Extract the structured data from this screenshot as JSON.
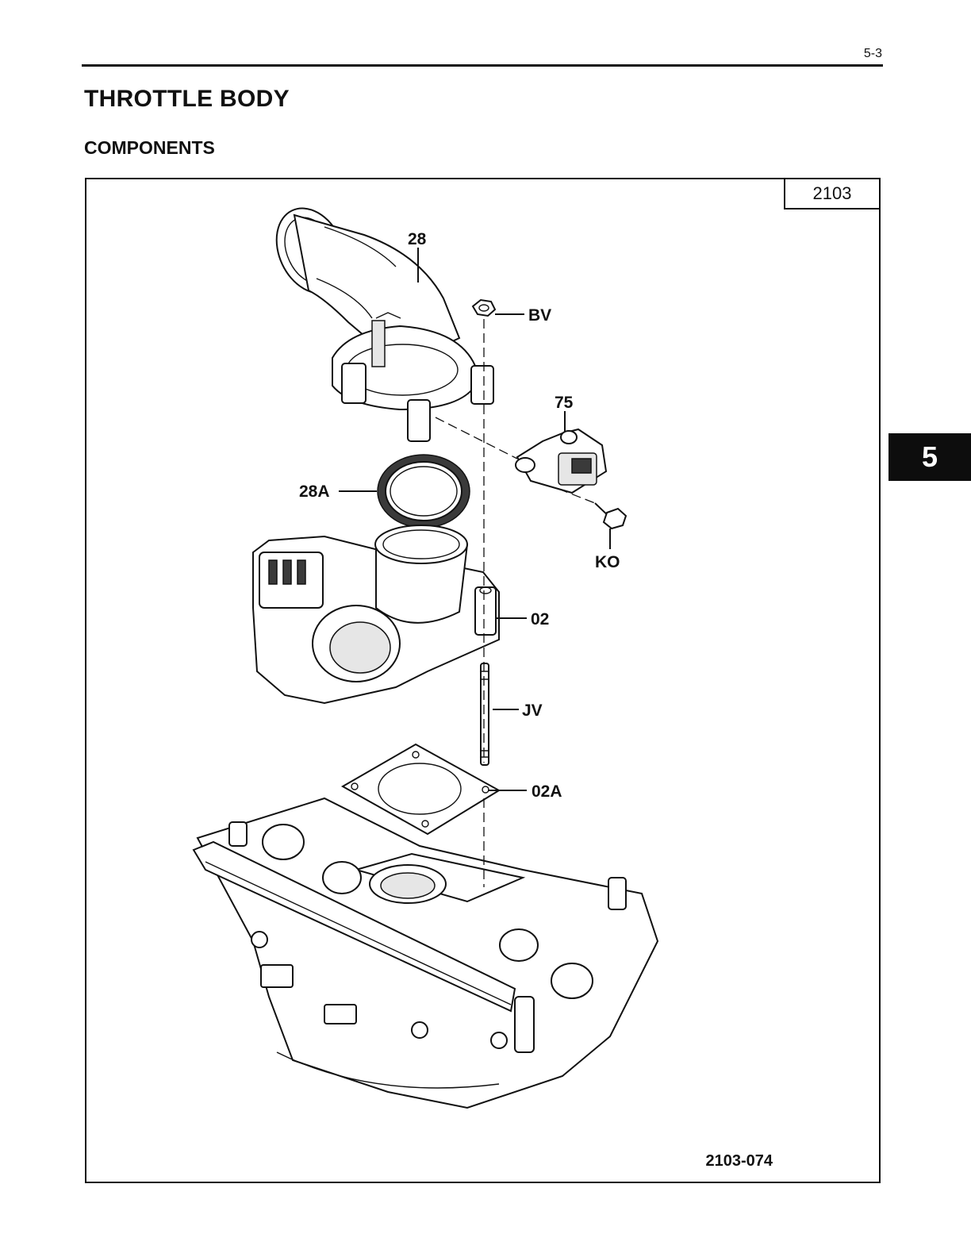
{
  "header": {
    "page_number": "5-3"
  },
  "page_title": "THROTTLE BODY",
  "section_title": "COMPONENTS",
  "figure": {
    "code_box": "2103",
    "figure_id": "2103-074",
    "callouts": {
      "c28": "28",
      "cBV": "BV",
      "c75": "75",
      "c28A": "28A",
      "cKO": "KO",
      "c02": "02",
      "cJV": "JV",
      "c02A": "02A"
    }
  },
  "chapter_tab": "5"
}
